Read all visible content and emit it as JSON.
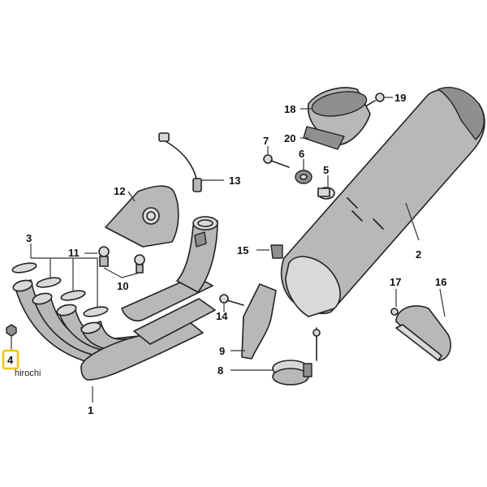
{
  "labels": {
    "p1": "1",
    "p2": "2",
    "p3": "3",
    "p4": "4",
    "p5": "5",
    "p6": "6",
    "p7": "7",
    "p8": "8",
    "p9": "9",
    "p10": "10",
    "p11": "11",
    "p12": "12",
    "p13": "13",
    "p14": "14",
    "p15": "15",
    "p16": "16",
    "p17": "17",
    "p18": "18",
    "p19": "19",
    "p20": "20"
  },
  "watermark": "hirochi",
  "colors": {
    "highlight": "#f2c500",
    "part_fill": "#b8b8b8"
  }
}
